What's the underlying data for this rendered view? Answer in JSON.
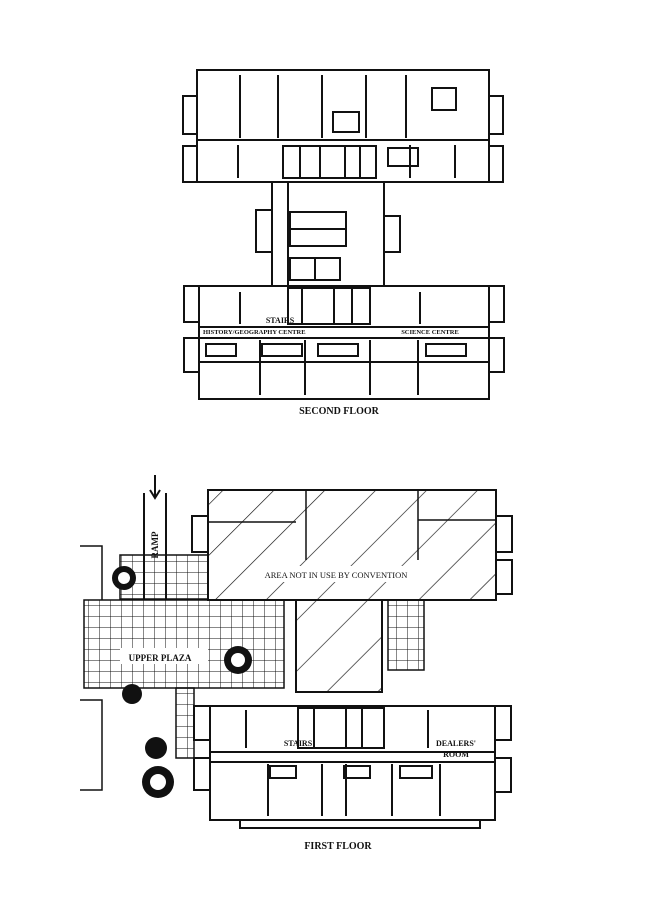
{
  "floors": [
    {
      "caption": "SECOND FLOOR",
      "labels": {
        "stairs": "STAIRS",
        "history_centre": "HISTORY/GEOGRAPHY CENTRE",
        "science_centre": "SCIENCE CENTRE"
      }
    },
    {
      "caption": "FIRST FLOOR",
      "labels": {
        "ramp": "RAMP",
        "area_not_in_use": "AREA NOT IN USE BY CONVENTION",
        "upper_plaza": "UPPER PLAZA",
        "stairs": "STAIRS",
        "dealers_room_line1": "DEALERS'",
        "dealers_room_line2": "ROOM"
      }
    }
  ],
  "colors": {
    "ink": "#111111",
    "paper": "#ffffff"
  }
}
